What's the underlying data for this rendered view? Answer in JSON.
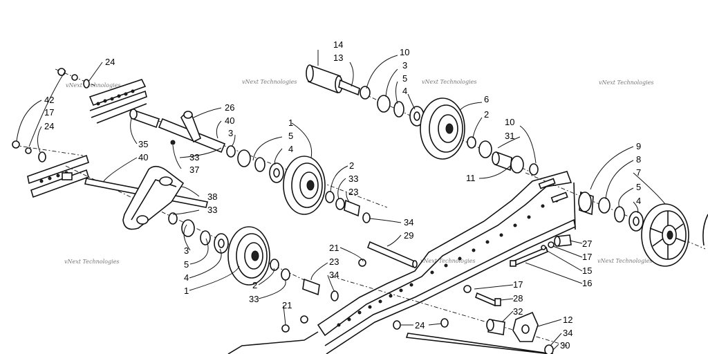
{
  "diagram": {
    "watermark": "vNext Technologies",
    "callouts": [
      "14",
      "13",
      "10",
      "3",
      "5",
      "4",
      "6",
      "2",
      "10",
      "31",
      "11",
      "24",
      "42",
      "17",
      "24",
      "26",
      "40",
      "3",
      "35",
      "40",
      "33",
      "37",
      "1",
      "5",
      "4",
      "2",
      "33",
      "23",
      "34",
      "38",
      "33",
      "3",
      "5",
      "4",
      "1",
      "2",
      "33",
      "21",
      "23",
      "34",
      "29",
      "9",
      "8",
      "7",
      "5",
      "4",
      "27",
      "17",
      "15",
      "16",
      "17",
      "28",
      "21",
      "24",
      "32",
      "12",
      "34",
      "30"
    ]
  }
}
